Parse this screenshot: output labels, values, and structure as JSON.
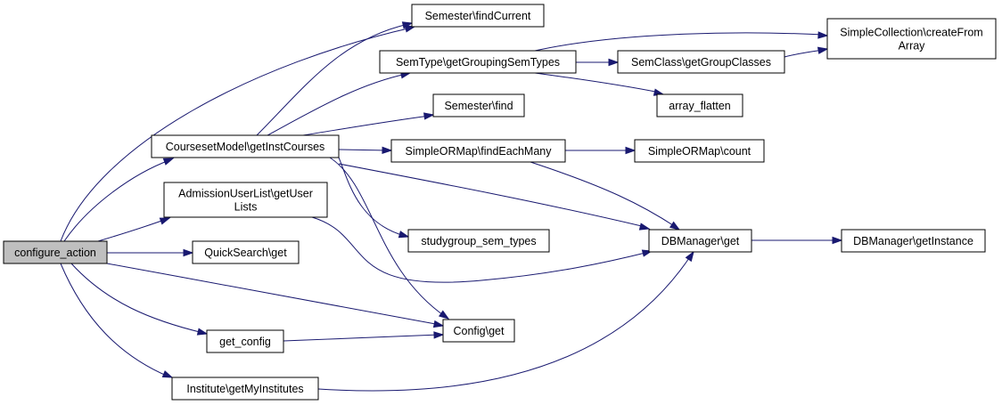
{
  "colors": {
    "edge": "#191970",
    "root_fill": "#bfbfbf",
    "node_fill": "#ffffff",
    "node_stroke": "#000000"
  },
  "nodes": [
    {
      "id": "configure_action",
      "lines": [
        "configure_action"
      ],
      "root": true
    },
    {
      "id": "coursesetmodel",
      "lines": [
        "CoursesetModel\\getInstCourses"
      ]
    },
    {
      "id": "admissionuserlist",
      "lines": [
        "AdmissionUserList\\getUser",
        "Lists"
      ]
    },
    {
      "id": "quicksearch",
      "lines": [
        "QuickSearch\\get"
      ]
    },
    {
      "id": "get_config",
      "lines": [
        "get_config"
      ]
    },
    {
      "id": "institute",
      "lines": [
        "Institute\\getMyInstitutes"
      ]
    },
    {
      "id": "semester_findcurrent",
      "lines": [
        "Semester\\findCurrent"
      ]
    },
    {
      "id": "semtype",
      "lines": [
        "SemType\\getGroupingSemTypes"
      ]
    },
    {
      "id": "semester_find",
      "lines": [
        "Semester\\find"
      ]
    },
    {
      "id": "simpleormap_findeachmany",
      "lines": [
        "SimpleORMap\\findEachMany"
      ]
    },
    {
      "id": "studygroup",
      "lines": [
        "studygroup_sem_types"
      ]
    },
    {
      "id": "config_get",
      "lines": [
        "Config\\get"
      ]
    },
    {
      "id": "simplecollection",
      "lines": [
        "SimpleCollection\\createFrom",
        "Array"
      ]
    },
    {
      "id": "semclass",
      "lines": [
        "SemClass\\getGroupClasses"
      ]
    },
    {
      "id": "array_flatten",
      "lines": [
        "array_flatten"
      ]
    },
    {
      "id": "simpleormap_count",
      "lines": [
        "SimpleORMap\\count"
      ]
    },
    {
      "id": "dbmanager_get",
      "lines": [
        "DBManager\\get"
      ]
    },
    {
      "id": "dbmanager_getinstance",
      "lines": [
        "DBManager\\getInstance"
      ]
    }
  ],
  "edges": [
    {
      "from": "configure_action",
      "to": "semester_findcurrent"
    },
    {
      "from": "configure_action",
      "to": "coursesetmodel"
    },
    {
      "from": "configure_action",
      "to": "admissionuserlist"
    },
    {
      "from": "configure_action",
      "to": "quicksearch"
    },
    {
      "from": "configure_action",
      "to": "config_get"
    },
    {
      "from": "configure_action",
      "to": "get_config"
    },
    {
      "from": "configure_action",
      "to": "institute"
    },
    {
      "from": "coursesetmodel",
      "to": "semester_findcurrent"
    },
    {
      "from": "coursesetmodel",
      "to": "semtype"
    },
    {
      "from": "coursesetmodel",
      "to": "semester_find"
    },
    {
      "from": "coursesetmodel",
      "to": "simpleormap_findeachmany"
    },
    {
      "from": "coursesetmodel",
      "to": "studygroup"
    },
    {
      "from": "coursesetmodel",
      "to": "config_get"
    },
    {
      "from": "coursesetmodel",
      "to": "dbmanager_get"
    },
    {
      "from": "admissionuserlist",
      "to": "dbmanager_get"
    },
    {
      "from": "get_config",
      "to": "config_get"
    },
    {
      "from": "institute",
      "to": "dbmanager_get"
    },
    {
      "from": "semtype",
      "to": "simplecollection"
    },
    {
      "from": "semtype",
      "to": "semclass"
    },
    {
      "from": "semtype",
      "to": "array_flatten"
    },
    {
      "from": "semclass",
      "to": "simplecollection"
    },
    {
      "from": "simpleormap_findeachmany",
      "to": "simpleormap_count"
    },
    {
      "from": "simpleormap_findeachmany",
      "to": "dbmanager_get"
    },
    {
      "from": "dbmanager_get",
      "to": "dbmanager_getinstance"
    }
  ]
}
